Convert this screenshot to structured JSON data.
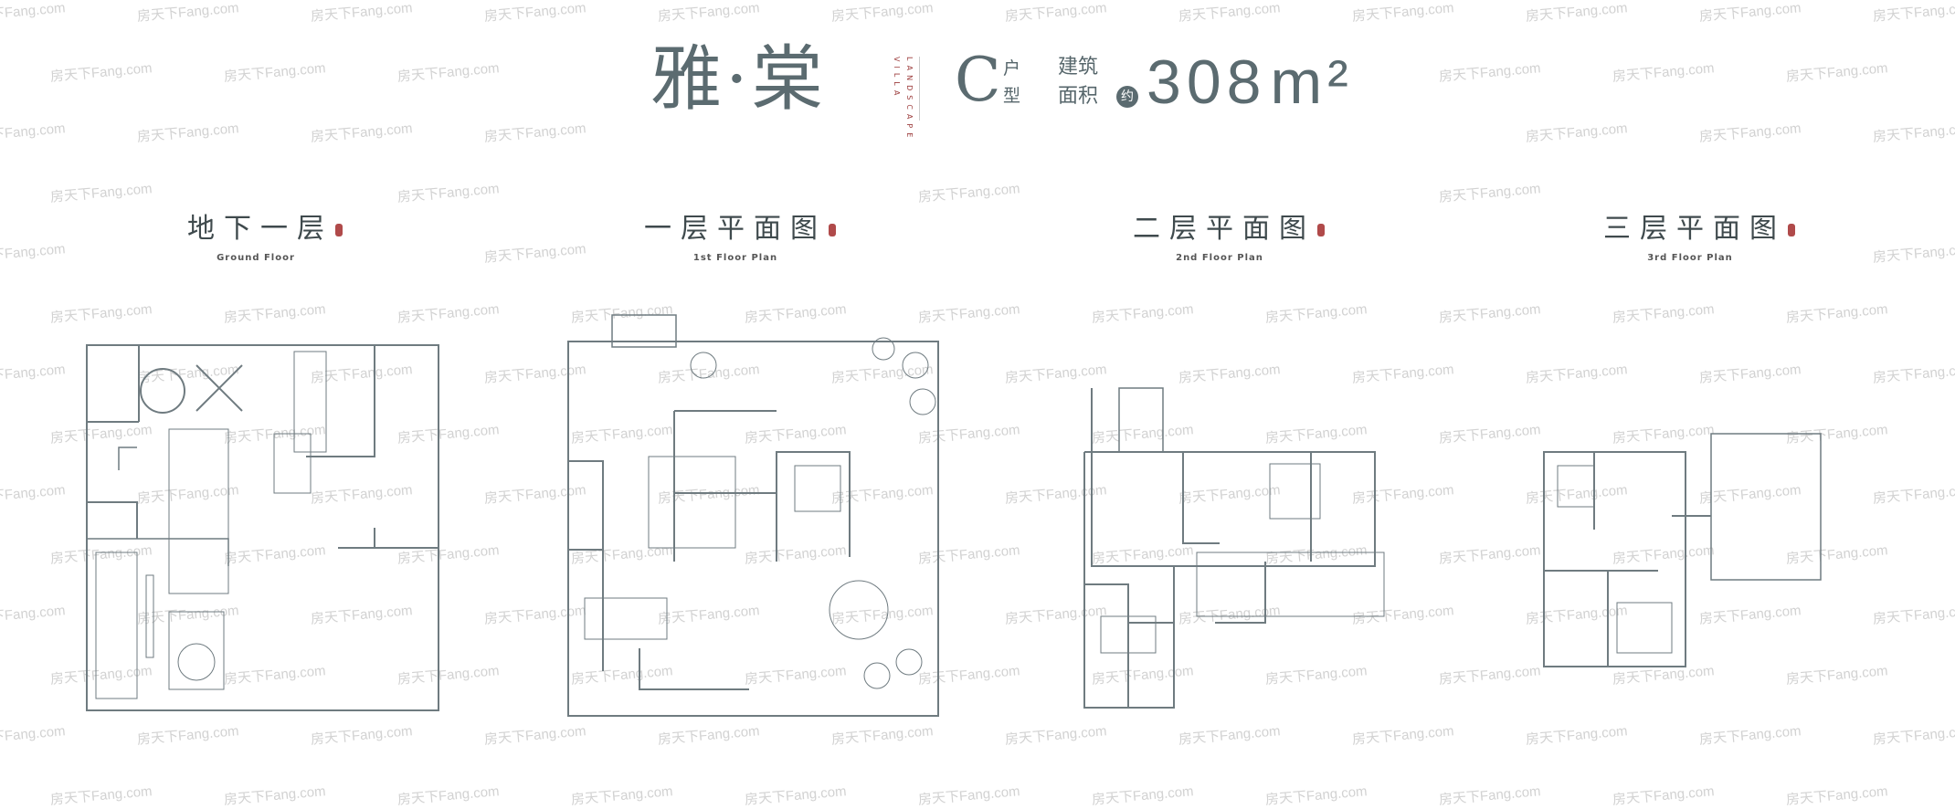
{
  "header": {
    "name": "雅·棠",
    "vertical_tag": [
      "LANDSCAPE",
      "VILLA"
    ],
    "type_letter": "C",
    "type_label": "户型",
    "area_label": "建筑面积",
    "approx": "约",
    "area_value": "308",
    "area_unit": "m²"
  },
  "floors": [
    {
      "title": "地下一层",
      "subtitle": "Ground Floor"
    },
    {
      "title": "一层平面图",
      "subtitle": "1st Floor Plan"
    },
    {
      "title": "二层平面图",
      "subtitle": "2nd Floor Plan"
    },
    {
      "title": "三层平面图",
      "subtitle": "3rd Floor Plan"
    }
  ],
  "watermark": "房天下Fang.com",
  "colors": {
    "text": "#5b6b70",
    "accent": "#9b3a3a",
    "line": "#6f7b80"
  }
}
